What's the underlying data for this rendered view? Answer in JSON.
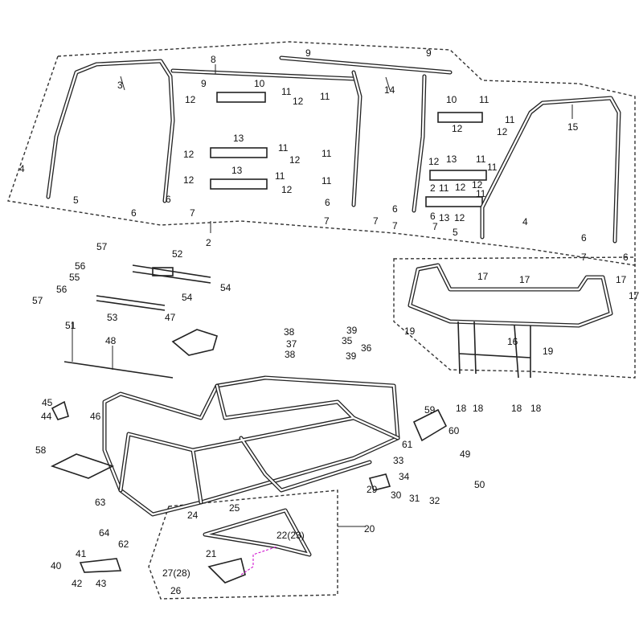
{
  "diagram": {
    "title_visible": false,
    "callouts": [
      "3",
      "8",
      "9",
      "9",
      "9",
      "10",
      "11",
      "12",
      "11",
      "12",
      "14",
      "13",
      "12",
      "11",
      "12",
      "11",
      "13",
      "12",
      "11",
      "12",
      "11",
      "4",
      "5",
      "6",
      "6",
      "7",
      "6",
      "7",
      "7",
      "10",
      "11",
      "11",
      "12",
      "12",
      "15",
      "13",
      "11",
      "11",
      "12",
      "2",
      "11",
      "12",
      "11",
      "12",
      "6",
      "7",
      "7",
      "6",
      "13",
      "12",
      "5",
      "4",
      "6",
      "7",
      "6",
      "2",
      "57",
      "52",
      "56",
      "55",
      "54",
      "56",
      "54",
      "57",
      "53",
      "47",
      "51",
      "48",
      "17",
      "17",
      "17",
      "17",
      "19",
      "19",
      "16",
      "18",
      "18",
      "18",
      "18",
      "38",
      "38",
      "39",
      "39",
      "37",
      "35",
      "36",
      "45",
      "44",
      "46",
      "58",
      "59",
      "60",
      "61",
      "49",
      "50",
      "33",
      "34",
      "29",
      "30",
      "31",
      "32",
      "63",
      "64",
      "62",
      "41",
      "40",
      "42",
      "43",
      "24",
      "25",
      "22(23)",
      "20",
      "21",
      "27(28)",
      "26"
    ]
  }
}
